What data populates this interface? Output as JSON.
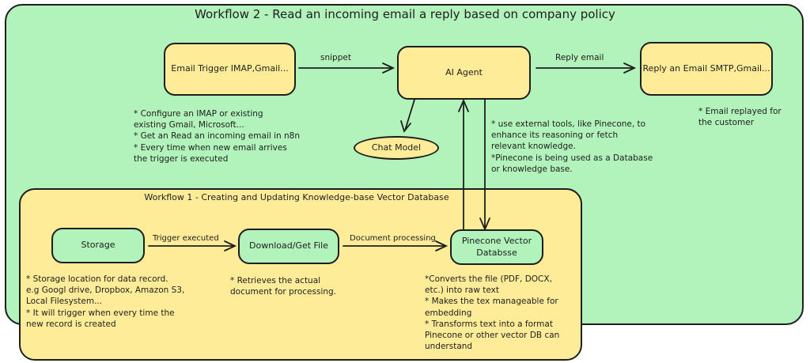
{
  "workflow2": {
    "title": "Workflow 2 - Read an incoming email a reply based on company policy",
    "color": "#b2f2bb",
    "nodes": {
      "email_trigger": "Email Trigger IMAP,Gmail...",
      "ai_agent": "AI Agent",
      "reply_email": "Reply an Email SMTP,Gmail...",
      "chat_model": "Chat Model"
    },
    "edges": {
      "trigger_to_agent": "snippet",
      "agent_to_reply": "Reply email"
    },
    "notes": {
      "email_trigger": "* Configure an IMAP or existing\nexisting Gmail, Microsoft...\n* Get an Read an incoming email in n8n\n* Every time when new email arrives\nthe trigger is executed",
      "ai_agent": "* use external tools, like Pinecone, to\nenhance its reasoning or fetch\nrelevant knowledge.\n*Pinecone is being used as a Database\nor knowledge base.",
      "reply_email": "* Email replayed for\nthe customer"
    }
  },
  "workflow1": {
    "title": "Workflow 1 - Creating and Updating Knowledge-base Vector Database",
    "color": "#ffec99",
    "nodes": {
      "storage": "Storage",
      "download": "Download/Get File",
      "pinecone": "Pinecone Vector\nDatabsse"
    },
    "edges": {
      "storage_to_download": "Trigger executed",
      "download_to_pinecone": "Document processing"
    },
    "notes": {
      "storage": "* Storage location for data record.\ne.g Googl drive, Dropbox, Amazon S3,\nLocal Filesystem...\n* It will trigger when every time the\nnew record is created",
      "download": "*  Retrieves the actual\ndocument for processing.",
      "pinecone": "*Converts the file (PDF, DOCX,\netc.) into raw text\n* Makes the tex manageable for\nembedding\n* Transforms text into a format\nPinecone or other vector DB can\nunderstand"
    }
  }
}
